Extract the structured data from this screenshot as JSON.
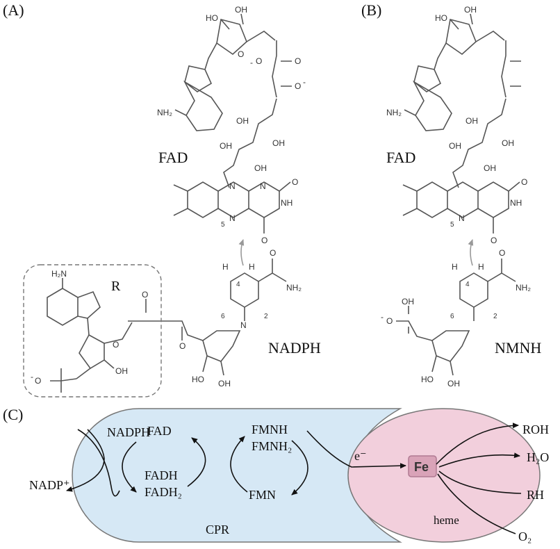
{
  "panels": {
    "a": {
      "label": "(A)",
      "cofactor": "FAD",
      "donor": "NADPH",
      "r_group": "R",
      "atoms": {
        "ho1": "HO",
        "oh1": "OH",
        "o_ring": "O",
        "pa_o1": "O",
        "pa_o2": "O",
        "pa_minus": "-",
        "pb_o": "O",
        "pb_minus": "-",
        "nh2": "NH₂",
        "oh_a": "OH",
        "oh_b": "OH",
        "oh_c": "OH",
        "oh_d": "OH",
        "flavin_o1": "O",
        "flavin_o2": "O",
        "flavin_nh": "NH",
        "n5": "N",
        "n5_num": "5",
        "n10": "N",
        "n1": "N",
        "nic_h": "H",
        "nic_h2": "H",
        "c4": "4",
        "c6": "6",
        "c2": "2",
        "amide_o": "O",
        "amide_nh2": "NH₂",
        "nic_n": "N",
        "ad_nh2": "H₂N",
        "rib_o": "O",
        "rib_oh": "OH",
        "rib_ho": "HO",
        "phos_o": "O",
        "phos_minus": "-",
        "bp_o1": "O",
        "bp_o2": "O"
      }
    },
    "b": {
      "label": "(B)",
      "cofactor": "FAD",
      "donor": "NMNH",
      "atoms": {
        "ho1": "HO",
        "oh1": "OH",
        "nh2": "NH₂",
        "oh_a": "OH",
        "oh_b": "OH",
        "oh_c": "OH",
        "oh_d": "OH",
        "flavin_o1": "O",
        "flavin_o2": "O",
        "flavin_nh": "NH",
        "n5": "N",
        "n5_num": "5",
        "nic_h": "H",
        "nic_h2": "H",
        "c4": "4",
        "c6": "6",
        "c2": "2",
        "amide_o": "O",
        "amide_nh2": "NH₂",
        "p_oh": "OH",
        "p_o": "O",
        "p_minus": "-",
        "rib_ho": "HO",
        "rib_oh": "OH"
      }
    },
    "c": {
      "label": "(C)",
      "left": {
        "in": "NADPH",
        "out": "NADP⁺"
      },
      "cpr": {
        "label": "CPR",
        "fad": "FAD",
        "fadh": "FADH",
        "fadh2": "FADH₂",
        "fmnh": "FMNH",
        "fmnh2": "FMNH₂",
        "fmn": "FMN"
      },
      "electron": "e⁻",
      "heme": {
        "label": "heme",
        "fe": "Fe"
      },
      "products": [
        "ROH",
        "H₂O"
      ],
      "substrates": [
        "RH",
        "O₂"
      ]
    }
  },
  "colors": {
    "cpr_fill": "#d6e8f5",
    "heme_fill": "#f2cfdc",
    "fe_fill": "#d9a3b8",
    "outline": "#777777"
  }
}
